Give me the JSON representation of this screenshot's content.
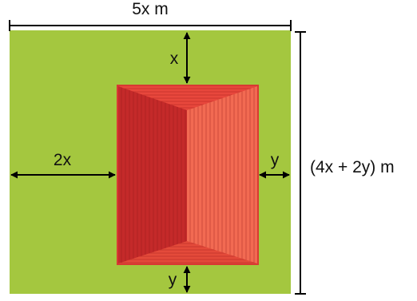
{
  "labels": {
    "top_width": "5x m",
    "right_height": "(4x + 2y) m",
    "top_gap": "x",
    "left_gap": "2x",
    "right_gap": "y",
    "bottom_gap": "y"
  },
  "colors": {
    "lawn": "#a4c73f",
    "roof_left": "#c42a2a",
    "roof_right": "#f26a52",
    "roof_top": "#e8473c",
    "roof_bottom": "#e44a3a",
    "roof_rim": "#d83a33",
    "stripe": "#8e1717",
    "dimension": "#000000"
  }
}
